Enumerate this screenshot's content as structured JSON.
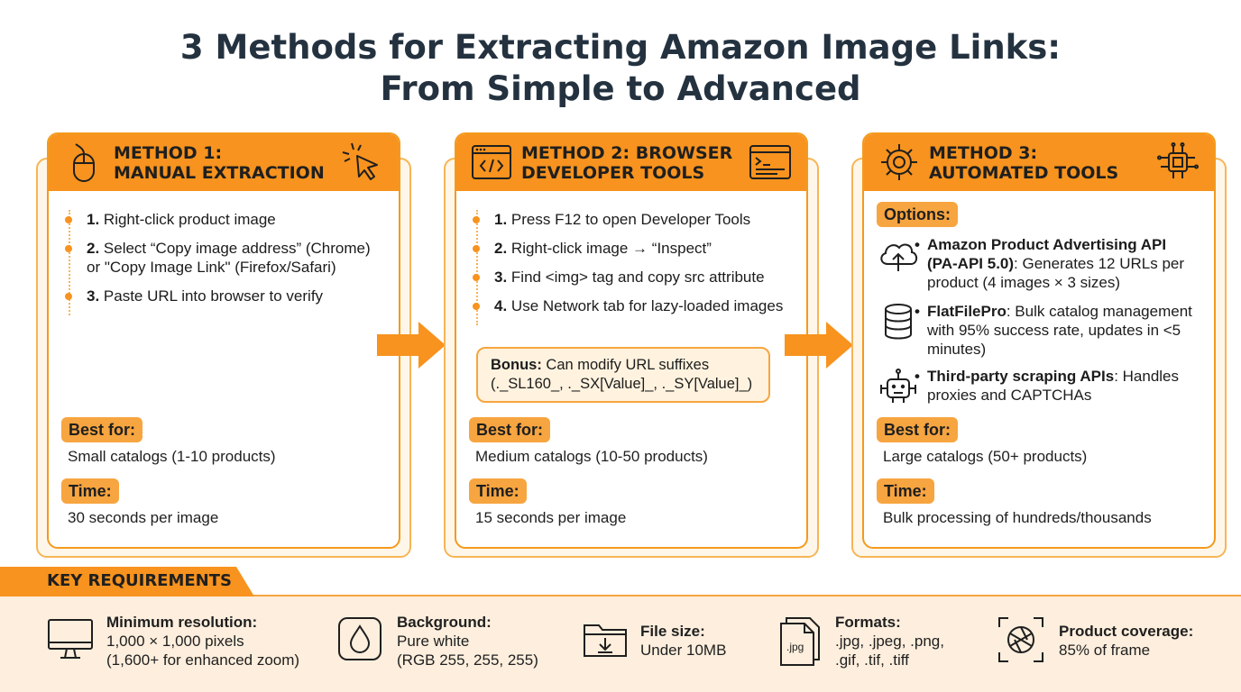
{
  "title": {
    "line1": "3 Methods for Extracting Amazon Image Links:",
    "line2": "From Simple to Advanced"
  },
  "colors": {
    "accent": "#f7931e",
    "accent_light": "#fdeedd",
    "title": "#243240"
  },
  "methods": [
    {
      "title_line1": "METHOD 1:",
      "title_line2": "MANUAL EXTRACTION",
      "icon_left": "mouse-icon",
      "icon_right": "cursor-click-icon",
      "steps": [
        {
          "num": "1.",
          "text": " Right-click product image"
        },
        {
          "num": "2.",
          "text": " Select “Copy image address” (Chrome) or \"Copy Image Link\" (Firefox/Safari)"
        },
        {
          "num": "3.",
          "text": " Paste URL into browser to verify"
        }
      ],
      "best_for_label": "Best for:",
      "best_for": "Small catalogs (1-10 products)",
      "time_label": "Time:",
      "time": "30 seconds per image"
    },
    {
      "title_line1": "METHOD 2: BROWSER",
      "title_line2": "DEVELOPER TOOLS",
      "icon_left": "code-window-icon",
      "icon_right": "terminal-icon",
      "steps": [
        {
          "num": "1.",
          "text": " Press F12 to open Developer Tools"
        },
        {
          "num": "2.",
          "text": " Right-click image → “Inspect”"
        },
        {
          "num": "3.",
          "text": " Find <img> tag and copy src attribute"
        },
        {
          "num": "4.",
          "text": " Use Network tab for lazy-loaded images"
        }
      ],
      "bonus_label": "Bonus:",
      "bonus_text": " Can modify URL suffixes (._SL160_, ._SX[Value]_, ._SY[Value]_)",
      "best_for_label": "Best for:",
      "best_for": "Medium catalogs (10-50 products)",
      "time_label": "Time:",
      "time": "15 seconds per image"
    },
    {
      "title_line1": "METHOD 3:",
      "title_line2": "AUTOMATED TOOLS",
      "icon_left": "gear-icon",
      "icon_right": "chip-icon",
      "options_label": "Options:",
      "options": [
        {
          "icon": "cloud-upload-icon",
          "name": "Amazon Product Advertising API (PA-API 5.0)",
          "text": ": Generates 12 URLs per product (4 images × 3 sizes)"
        },
        {
          "icon": "database-icon",
          "name": "FlatFilePro",
          "text": ": Bulk catalog management with 95% success rate, updates in <5 minutes)"
        },
        {
          "icon": "robot-icon",
          "name": "Third-party scraping APIs",
          "text": ": Handles proxies and CAPTCHAs"
        }
      ],
      "best_for_label": "Best for:",
      "best_for": "Large catalogs (50+ products)",
      "time_label": "Time:",
      "time": "Bulk processing of hundreds/thousands"
    }
  ],
  "requirements": {
    "label": "KEY REQUIREMENTS",
    "items": [
      {
        "icon": "monitor-icon",
        "name": "Minimum resolution:",
        "line1": "1,000 × 1,000 pixels",
        "line2": "(1,600+ for enhanced zoom)"
      },
      {
        "icon": "droplet-icon",
        "name": "Background:",
        "line1": "Pure white",
        "line2": "(RGB 255, 255, 255)"
      },
      {
        "icon": "folder-download-icon",
        "name": "File size:",
        "line1": "Under 10MB",
        "line2": ""
      },
      {
        "icon": "jpg-file-icon",
        "icon_label": ".jpg",
        "name": "Formats:",
        "line1": ".jpg, .jpeg, .png,",
        "line2": ".gif, .tif, .tiff"
      },
      {
        "icon": "camera-aperture-icon",
        "name": "Product coverage:",
        "line1": "85% of frame",
        "line2": ""
      }
    ]
  }
}
